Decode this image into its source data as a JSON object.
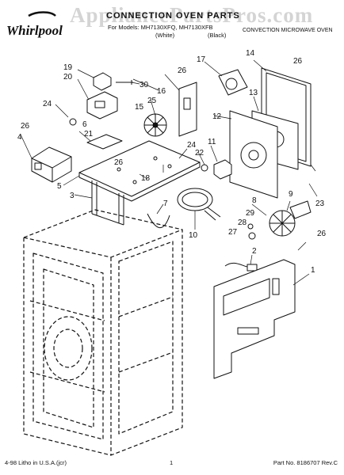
{
  "brand": {
    "name": "Whirlpool"
  },
  "watermark": "AppliancePartsPros.com",
  "header": {
    "title": "CONNECTION OVEN PARTS",
    "models": "For Models: MH7130XFQ, MH7130XFB",
    "color_white": "(White)",
    "color_black": "(Black)",
    "doc_type": "CONVECTION MICROWAVE OVEN"
  },
  "callouts": {
    "c1": "1",
    "c2": "2",
    "c3": "3",
    "c4": "4",
    "c5": "5",
    "c6": "6",
    "c7": "7",
    "c8": "8",
    "c9": "9",
    "c10": "10",
    "c11": "11",
    "c12": "12",
    "c13": "13",
    "c14": "14",
    "c15": "15",
    "c16": "16",
    "c17": "17",
    "c18": "18",
    "c19": "19",
    "c20": "20",
    "c21": "21",
    "c22": "22",
    "c23": "23",
    "c24a": "24",
    "c24b": "24",
    "c25": "25",
    "c26a": "26",
    "c26b": "26",
    "c26c": "26",
    "c26d": "26",
    "c26e": "26",
    "c27": "27",
    "c28": "28",
    "c29": "29",
    "c30": "30"
  },
  "footer": {
    "print_info": "4-98 Litho in U.S.A.(jcr)",
    "page": "1",
    "part_number": "Part No. 8186707 Rev.C"
  }
}
